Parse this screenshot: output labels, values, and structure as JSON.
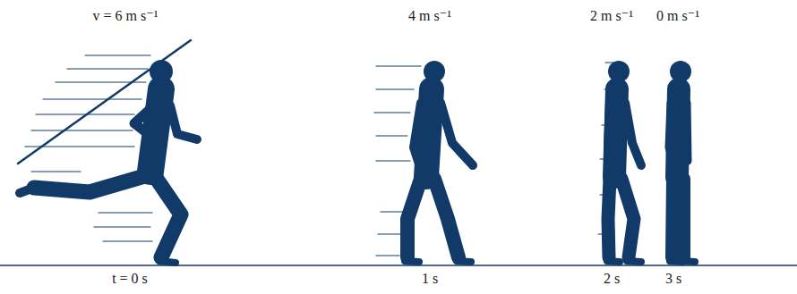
{
  "diagram": {
    "labels": [
      "v = 6 m s⁻¹",
      "4 m s⁻¹",
      "2 m s⁻¹",
      "0 m s⁻¹",
      "t = 0 s",
      "1 s",
      "2 s",
      "3 s"
    ]
  }
}
